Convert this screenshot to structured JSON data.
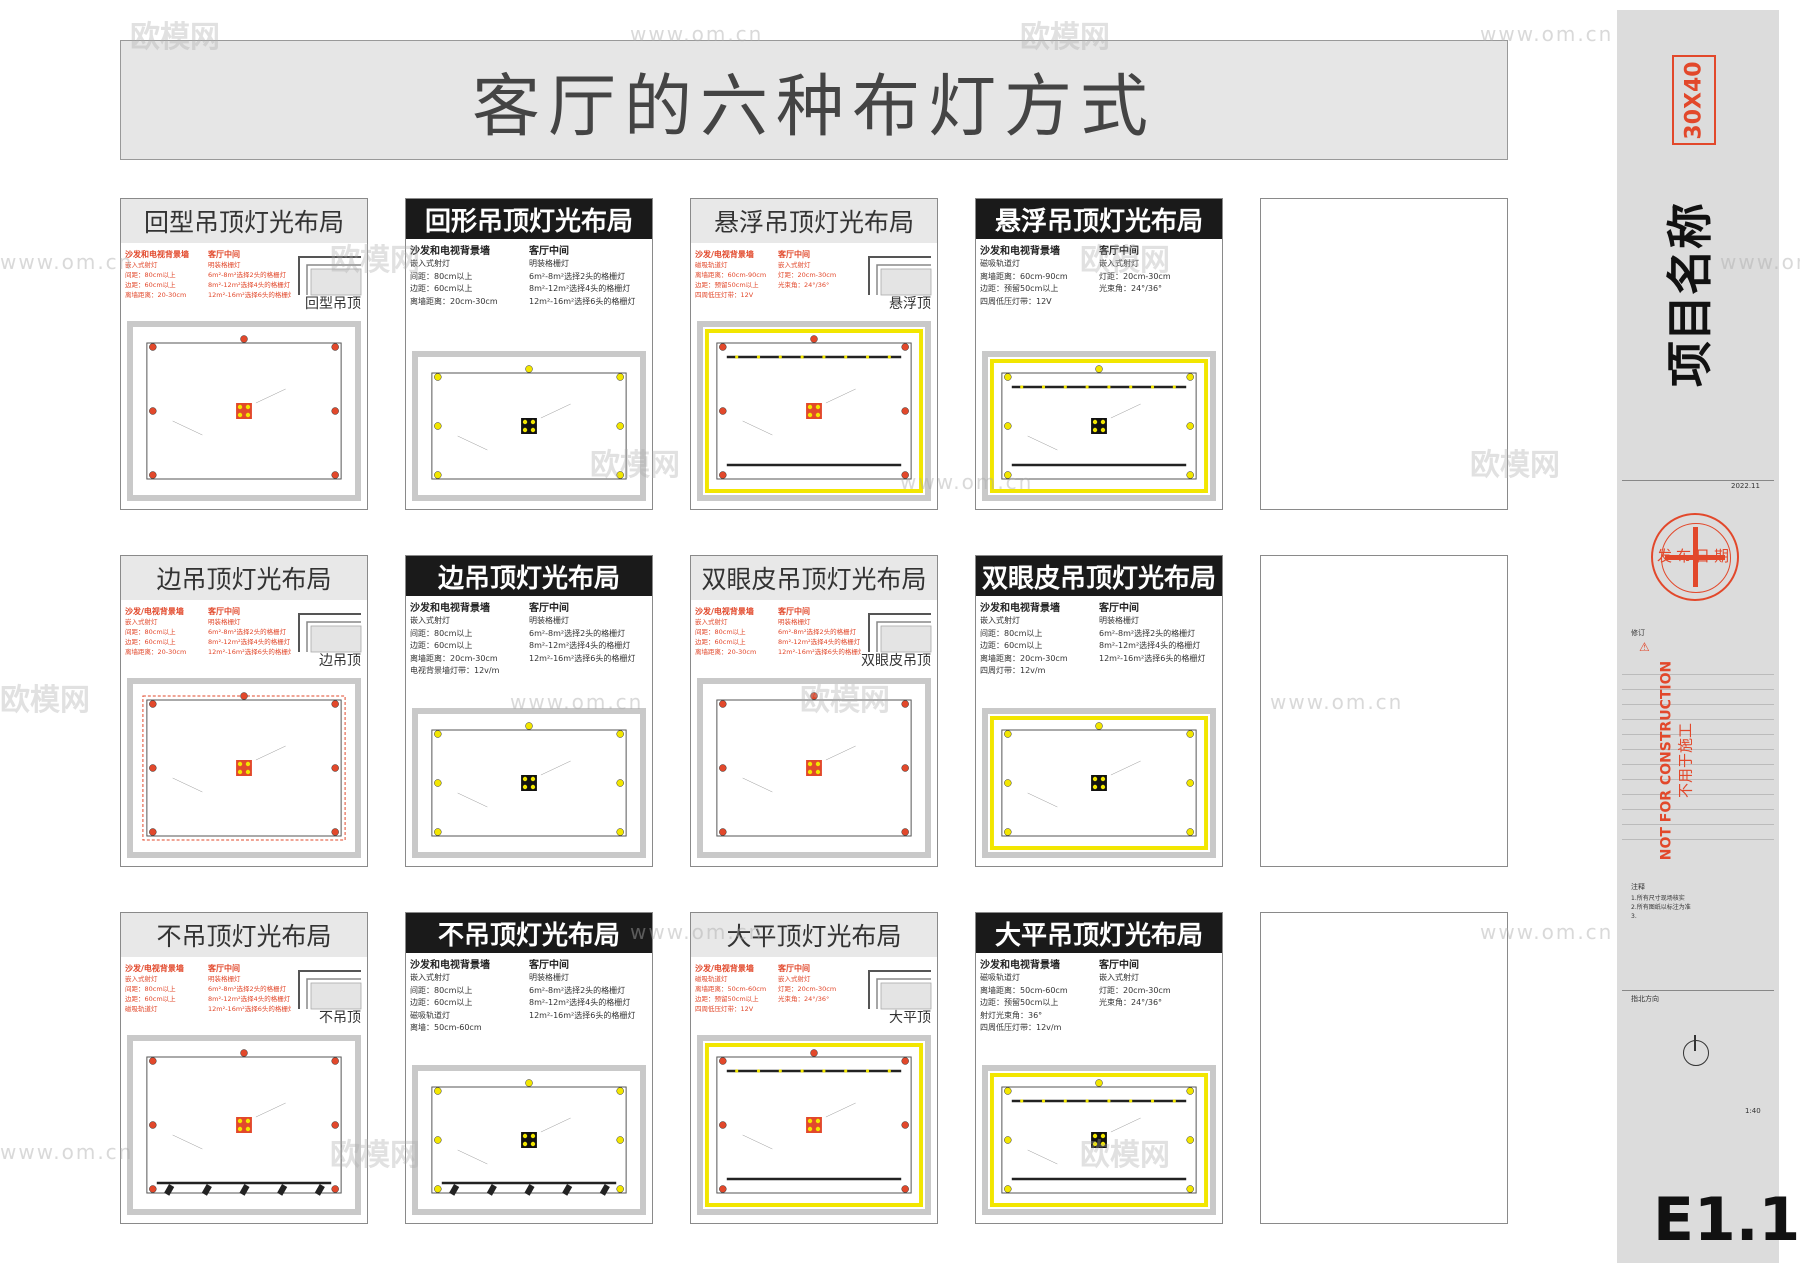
{
  "header": {
    "title": "客厅的六种布灯方式"
  },
  "panels": [
    {
      "title": "回型吊顶灯光布局",
      "style": "light",
      "ceiling": "回型吊顶",
      "left_head": "沙发和电视背景墙",
      "right_head": "客厅中间",
      "left_lines": [
        "嵌入式射灯",
        "间距：80cm以上",
        "边距：60cm以上",
        "离墙距离：20-30cm"
      ],
      "right_lines": [
        "明装格栅灯",
        "6m²-8m²选择2头的格栅灯",
        "8m²-12m²选择4头的格栅灯",
        "12m²-16m²选择6头的格栅灯"
      ]
    },
    {
      "title": "回形吊顶灯光布局",
      "style": "dark",
      "left_head": "沙发和电视背景墙",
      "right_head": "客厅中间",
      "left_lines": [
        "嵌入式射灯",
        "间距：80cm以上",
        "边距：60cm以上",
        "离墙距离：20cm-30cm"
      ],
      "right_lines": [
        "明装格栅灯",
        "6m²-8m²选择2头的格栅灯",
        "8m²-12m²选择4头的格栅灯",
        "12m²-16m²选择6头的格栅灯"
      ]
    },
    {
      "title": "悬浮吊顶灯光布局",
      "style": "light",
      "ceiling": "悬浮顶",
      "left_head": "沙发/电视背景墙",
      "right_head": "客厅中间",
      "left_lines": [
        "磁吸轨道灯",
        "离墙距离：60cm-90cm",
        "边距：预留50cm以上",
        "四周低压灯带：12V"
      ],
      "right_lines": [
        "嵌入式射灯",
        "灯距：20cm-30cm",
        "光束角：24°/36°"
      ]
    },
    {
      "title": "悬浮吊顶灯光布局",
      "style": "dark",
      "left_head": "沙发和电视背景墙",
      "right_head": "客厅中间",
      "left_lines": [
        "磁吸轨道灯",
        "离墙距离：60cm-90cm",
        "边距：预留50cm以上",
        "四周低压灯带：12V"
      ],
      "right_lines": [
        "嵌入式射灯",
        "灯距：20cm-30cm",
        "光束角：24°/36°"
      ]
    },
    {
      "title": "边吊顶灯光布局",
      "style": "light",
      "ceiling": "边吊顶",
      "left_head": "沙发/电视背景墙",
      "right_head": "客厅中间",
      "left_lines": [
        "嵌入式射灯",
        "间距：80cm以上",
        "边距：60cm以上",
        "离墙距离：20-30cm"
      ],
      "right_lines": [
        "明装格栅灯",
        "6m²-8m²选择2头的格栅灯",
        "8m²-12m²选择4头的格栅灯",
        "12m²-16m²选择6头的格栅灯"
      ]
    },
    {
      "title": "边吊顶灯光布局",
      "style": "dark",
      "left_head": "沙发和电视背景墙",
      "right_head": "客厅中间",
      "left_lines": [
        "嵌入式射灯",
        "间距：80cm以上",
        "边距：60cm以上",
        "离墙距离：20cm-30cm",
        "电视背景墙灯带：12v/m"
      ],
      "right_lines": [
        "明装格栅灯",
        "6m²-8m²选择2头的格栅灯",
        "8m²-12m²选择4头的格栅灯",
        "12m²-16m²选择6头的格栅灯"
      ]
    },
    {
      "title": "双眼皮吊顶灯光布局",
      "style": "light",
      "ceiling": "双眼皮吊顶",
      "left_head": "沙发/电视背景墙",
      "right_head": "客厅中间",
      "left_lines": [
        "嵌入式射灯",
        "间距：80cm以上",
        "边距：60cm以上",
        "离墙距离：20-30cm"
      ],
      "right_lines": [
        "明装格栅灯",
        "6m²-8m²选择2头的格栅灯",
        "8m²-12m²选择4头的格栅灯",
        "12m²-16m²选择6头的格栅灯"
      ]
    },
    {
      "title": "双眼皮吊顶灯光布局",
      "style": "dark",
      "left_head": "沙发和电视背景墙",
      "right_head": "客厅中间",
      "left_lines": [
        "嵌入式射灯",
        "间距：80cm以上",
        "边距：60cm以上",
        "离墙距离：20cm-30cm",
        "四周灯带：12v/m"
      ],
      "right_lines": [
        "明装格栅灯",
        "6m²-8m²选择2头的格栅灯",
        "8m²-12m²选择4头的格栅灯",
        "12m²-16m²选择6头的格栅灯"
      ]
    },
    {
      "title": "不吊顶灯光布局",
      "style": "light",
      "ceiling": "不吊顶",
      "left_head": "沙发/电视背景墙",
      "right_head": "客厅中间",
      "left_lines": [
        "嵌入式射灯",
        "间距：80cm以上",
        "边距：60cm以上",
        "磁吸轨道灯"
      ],
      "right_lines": [
        "明装格栅灯",
        "6m²-8m²选择2头的格栅灯",
        "8m²-12m²选择4头的格栅灯",
        "12m²-16m²选择6头的格栅灯"
      ]
    },
    {
      "title": "不吊顶灯光布局",
      "style": "dark",
      "left_head": "沙发和电视背景墙",
      "right_head": "客厅中间",
      "left_lines": [
        "嵌入式射灯",
        "间距：80cm以上",
        "边距：60cm以上",
        "磁吸轨道灯",
        "离墙：50cm-60cm"
      ],
      "right_lines": [
        "明装格栅灯",
        "6m²-8m²选择2头的格栅灯",
        "8m²-12m²选择4头的格栅灯",
        "12m²-16m²选择6头的格栅灯"
      ]
    },
    {
      "title": "大平顶灯光布局",
      "style": "light",
      "ceiling": "大平顶",
      "left_head": "沙发/电视背景墙",
      "right_head": "客厅中间",
      "left_lines": [
        "磁吸轨道灯",
        "离墙距离：50cm-60cm",
        "边距：预留50cm以上",
        "四周低压灯带：12V"
      ],
      "right_lines": [
        "嵌入式射灯",
        "灯距：20cm-30cm",
        "光束角：24°/36°"
      ]
    },
    {
      "title": "大平吊顶灯光布局",
      "style": "dark",
      "left_head": "沙发和电视背景墙",
      "right_head": "客厅中间",
      "left_lines": [
        "磁吸轨道灯",
        "离墙距离：50cm-60cm",
        "边距：预留50cm以上",
        "射灯光束角：36°",
        "四周低压灯带：12v/m"
      ],
      "right_lines": [
        "嵌入式射灯",
        "灯距：20cm-30cm",
        "光束角：24°/36°"
      ]
    }
  ],
  "sidebar": {
    "size_tag": "30X40",
    "project_name": "项目名称",
    "date": "2022.11",
    "stamp": "发布日期",
    "not_for_construction": "NOT FOR CONSTRUCTION",
    "not_for_construction_cn": "不用于施工",
    "revision_label": "修订",
    "notes_label": "注释",
    "notes": [
      "1.所有尺寸现场核实",
      "2.所有图纸以标注为准",
      "3."
    ],
    "north_label": "指北方向",
    "scale": "1:40",
    "sheet": "E1.1"
  },
  "watermark": {
    "brand": "欧模网",
    "url": "www.om.cn"
  },
  "colors": {
    "accent": "#e2482b",
    "light_strip": "#f2e600",
    "panel_border": "#8a8a8a",
    "header_bg": "#e6e6e6"
  }
}
